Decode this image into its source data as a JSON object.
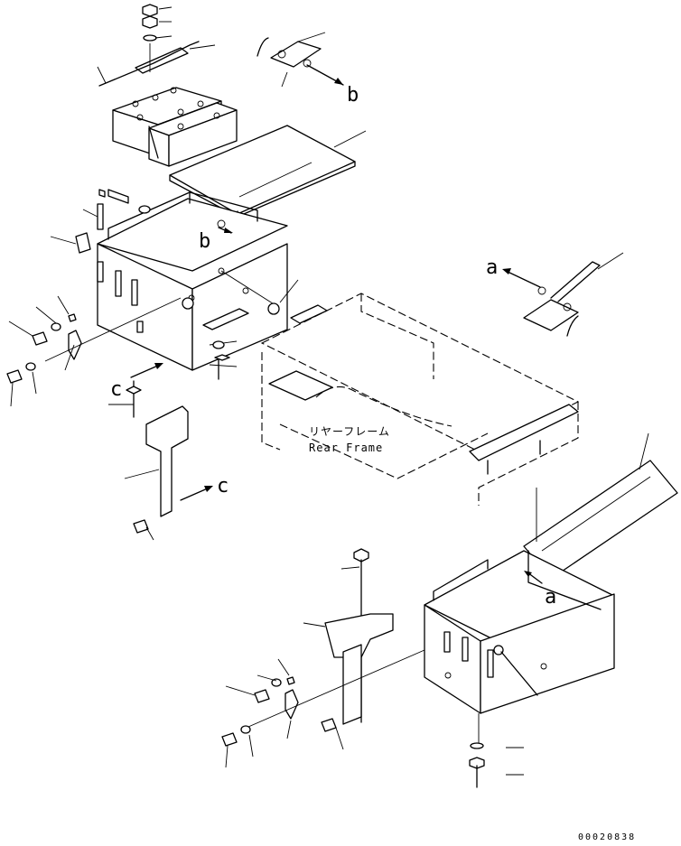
{
  "diagram": {
    "reference_labels": {
      "a_left": "a",
      "a_box": "a",
      "b_top": "b",
      "b_box": "b",
      "c_left": "c",
      "c_bracket": "c"
    },
    "frame_label_jp": "リヤーフレーム",
    "frame_label_en": "Rear Frame",
    "document_number": "00020838"
  }
}
